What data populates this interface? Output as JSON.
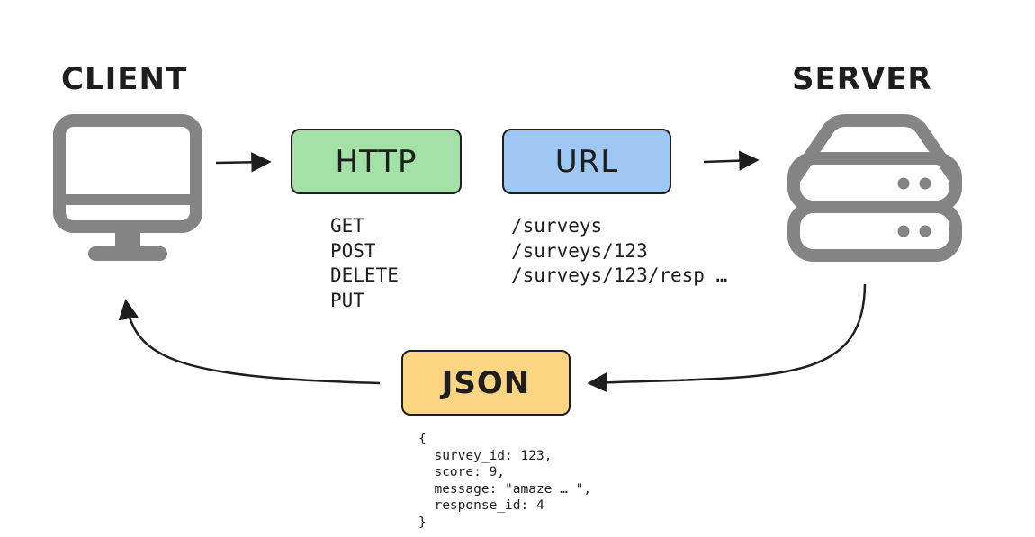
{
  "client": {
    "title": "CLIENT"
  },
  "server": {
    "title": "SERVER"
  },
  "request": {
    "protocol_label": "HTTP",
    "url_label": "URL",
    "methods": [
      "GET",
      "POST",
      "DELETE",
      "PUT"
    ],
    "paths": [
      "/surveys",
      "/surveys/123",
      "/surveys/123/resp …"
    ]
  },
  "response": {
    "format_label": "JSON",
    "body_lines": [
      "{",
      "  survey_id: 123,",
      "  score: 9,",
      "  message: \"amaze … \",",
      "  response_id: 4",
      "}"
    ]
  },
  "colors": {
    "http_fill": "#a3e1a7",
    "url_fill": "#9ec8f3",
    "json_fill": "#fcd582",
    "icon_gray": "#848484",
    "ink": "#1e1e1e"
  }
}
